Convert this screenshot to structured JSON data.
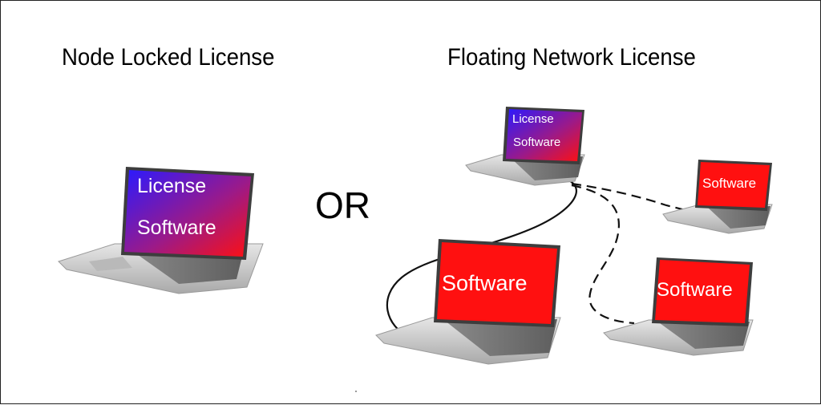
{
  "titles": {
    "left": "Node Locked License",
    "right": "Floating Network License"
  },
  "separator": "OR",
  "laptops": [
    {
      "id": "node-locked",
      "lines": [
        "License",
        "Software"
      ],
      "screen": "gradient"
    },
    {
      "id": "license-server",
      "lines": [
        "License",
        "Software"
      ],
      "screen": "gradient"
    },
    {
      "id": "client-top-right",
      "lines": [
        "Software"
      ],
      "screen": "red"
    },
    {
      "id": "client-bottom-left",
      "lines": [
        "Software"
      ],
      "screen": "red"
    },
    {
      "id": "client-bottom-right",
      "lines": [
        "Software"
      ],
      "screen": "red"
    }
  ],
  "connections": [
    {
      "from": "license-server",
      "to": "client-bottom-left",
      "style": "solid"
    },
    {
      "from": "license-server",
      "to": "client-top-right",
      "style": "dashed"
    },
    {
      "from": "license-server",
      "to": "client-bottom-right",
      "style": "dashed"
    }
  ],
  "colors": {
    "screen_red": "#ff1010",
    "gradient_start": "#2a1aff",
    "gradient_end": "#ff1010",
    "laptop_body": "#c8c8c8",
    "line": "#111111"
  }
}
